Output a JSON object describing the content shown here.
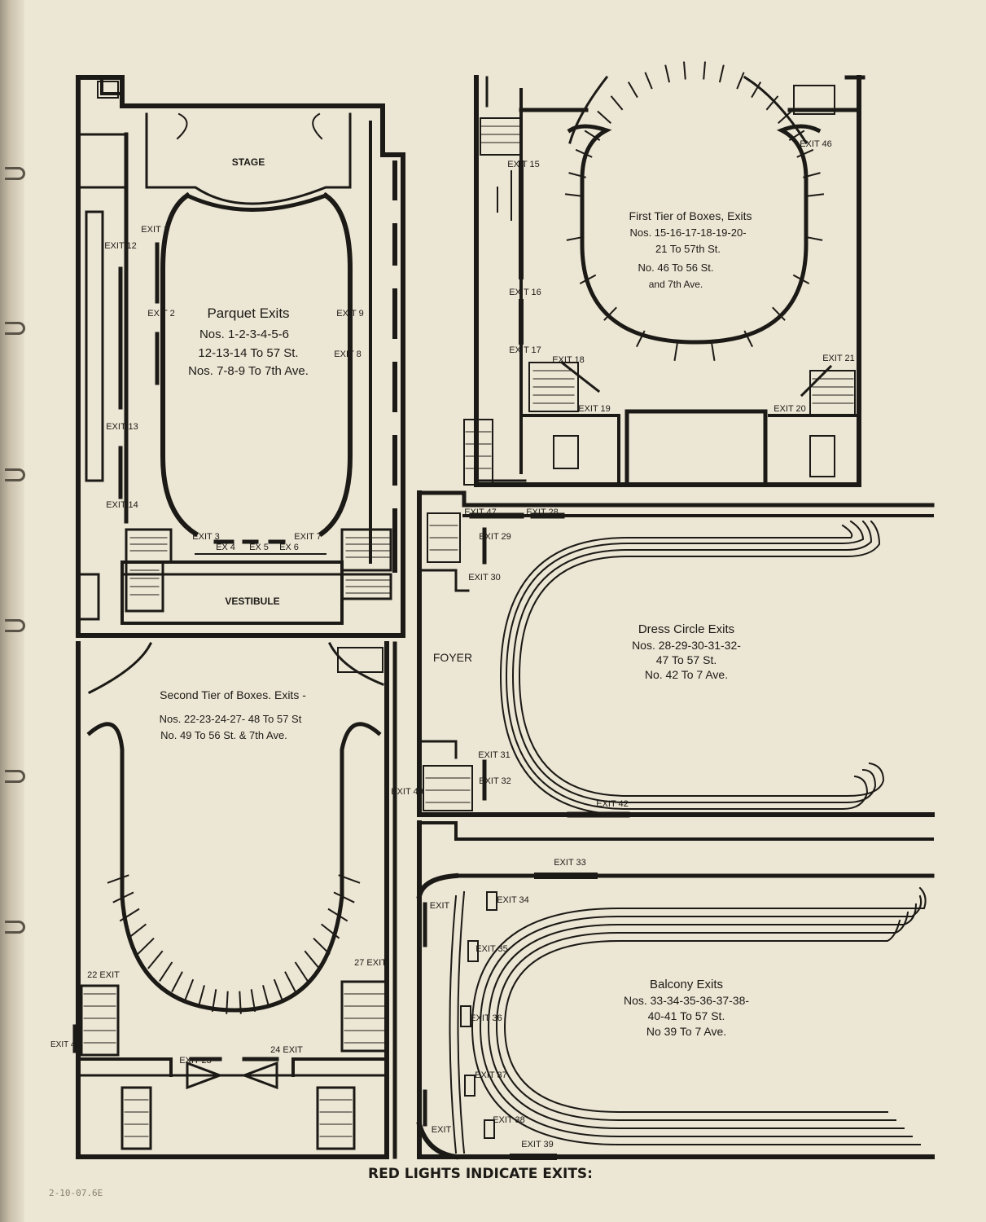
{
  "top_left": {
    "stage": "STAGE",
    "vestibule": "VESTIBULE",
    "heading": "Parquet Exits",
    "line1": "Nos. 1-2-3-4-5-6",
    "line2": "12-13-14 To 57 St.",
    "line3": "Nos. 7-8-9 To 7th Ave.",
    "exit1": "EXIT 1",
    "exit2": "EXIT 2",
    "exit8": "EXIT 8",
    "exit9": "EXIT 9",
    "exit12": "EXIT 12",
    "exit13": "EXIT 13",
    "exit14": "EXIT 14",
    "exit3": "EXIT 3",
    "ex4": "EX 4",
    "ex5": "EX 5",
    "ex6": "EX 6",
    "exit7": "EXIT 7"
  },
  "top_right": {
    "line1": "First Tier of Boxes, Exits",
    "line2": "Nos. 15-16-17-18-19-20-",
    "line3": "21 To 57th St.",
    "line4": "No. 46 To 56 St.",
    "line5": "and 7th Ave.",
    "exit15": "EXIT 15",
    "exit16": "EXIT 16",
    "exit17": "EXIT 17",
    "exit18": "EXIT 18",
    "exit19": "EXIT 19",
    "exit20": "EXIT 20",
    "exit21": "EXIT 21",
    "exit46": "EXIT 46"
  },
  "bottom_left": {
    "line1": "Second Tier of Boxes. Exits -",
    "line2": "Nos. 22-23-24-27- 48 To 57 St",
    "line3": "No. 49 To 56 St. & 7th Ave.",
    "exit22": "22 EXIT",
    "exit23": "EXIT 23",
    "exit24": "24 EXIT",
    "exit27": "27 EXIT",
    "exit48": "EXIT 48",
    "exit49": "EXIT 49"
  },
  "middle_right": {
    "foyer": "FOYER",
    "line1": "Dress Circle Exits",
    "line2": "Nos. 28-29-30-31-32-",
    "line3": "47 To 57 St.",
    "line4": "No. 42 To 7 Ave.",
    "exit28": "EXIT 28",
    "exit29": "EXIT 29",
    "exit30": "EXIT 30",
    "exit31": "EXIT 31",
    "exit32": "EXIT 32",
    "exit42": "EXIT 42",
    "exit47": "EXIT 47"
  },
  "bottom_right": {
    "line1": "Balcony Exits",
    "line2": "Nos. 33-34-35-36-37-38-",
    "line3": "40-41 To 57 St.",
    "line4": "No 39 To 7 Ave.",
    "exit33": "EXIT 33",
    "exit34": "EXIT 34",
    "exit35": "EXIT 35",
    "exit36": "EXIT 36",
    "exit37": "EXIT 37",
    "exit38": "EXIT 38",
    "exit39": "EXIT 39",
    "exit_a": "EXIT",
    "exit_b": "EXIT"
  },
  "footer": "RED LIGHTS INDICATE EXITS:",
  "pencil_note": "2-10-07.6E"
}
